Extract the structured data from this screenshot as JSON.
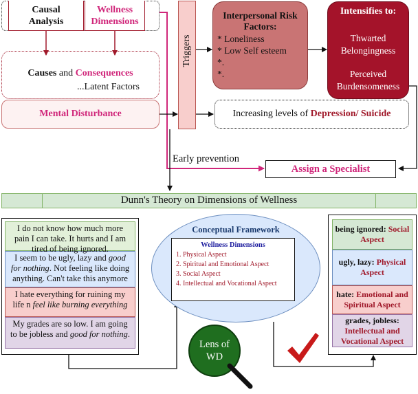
{
  "top": {
    "causal_analysis": "Causal Analysis",
    "wellness_dimensions": "Wellness Dimensions",
    "causes_word": "Causes",
    "and_word": " and ",
    "consequences_word": "Consequences",
    "latent_factors": "...Latent Factors",
    "mental_disturbance": "Mental Disturbance",
    "triggers": "Triggers",
    "risk_title": "Interpersonal Risk Factors:",
    "risk_items": [
      "* Loneliness",
      "* Low Self esteem",
      "*.",
      "*."
    ],
    "intensifies_title": "Intensifies to:",
    "thwarted": "Thwarted Belongingness",
    "perceived": "Perceived Burdensomeness",
    "increasing_prefix": "Increasing levels of ",
    "depression": "Depression",
    "slash": "/ ",
    "suicide": "Suicide",
    "early_prevention": "Early prevention",
    "assign_specialist": "Assign a Specialist"
  },
  "banner": "Dunn's Theory on Dimensions of Wellness",
  "posts": [
    {
      "text": "I do not know how much more pain I can take. It hurts and I am tired of being ignored.",
      "italic": "",
      "color": "#e2f0d9",
      "border": "#82b366"
    },
    {
      "text": "I seem to be ugly, lazy and ",
      "italic": "good for nothing",
      "tail": ". Not feeling like doing anything. Can't take this anymore",
      "color": "#dae8fc",
      "border": "#6c8ebf"
    },
    {
      "text": "I hate everything for ruining my life n ",
      "italic": "feel like burning everything",
      "tail": "",
      "color": "#f8cecc",
      "border": "#b85450"
    },
    {
      "text": "My grades are so low. I am going to be jobless and ",
      "italic": "good for nothing",
      "tail": ".",
      "color": "#e1d5e7",
      "border": "#9673a6"
    }
  ],
  "framework": {
    "title": "Conceptual Framework",
    "inner_title": "Wellness Dimensions",
    "items": [
      "1. Physical Aspect",
      "2. Spiritual and Emotional Aspect",
      "3. Social Aspect",
      "4. Intellectual and Vocational Aspect"
    ]
  },
  "lens": {
    "line1": "Lens of",
    "line2": "WD"
  },
  "results": [
    {
      "prefix": "being ignored: ",
      "aspect": "Social Aspect",
      "color": "#d5e8d4",
      "border": "#82b366"
    },
    {
      "prefix": "ugly, lazy: ",
      "aspect": "Physical Aspect",
      "color": "#dae8fc",
      "border": "#6c8ebf"
    },
    {
      "prefix": "hate: ",
      "aspect": "Emotional and Spiritual Aspect",
      "color": "#f8cecc",
      "border": "#b85450"
    },
    {
      "prefix": "grades, jobless: ",
      "aspect": "Intellectual and Vocational Aspect",
      "color": "#e1d5e7",
      "border": "#9673a6"
    }
  ],
  "colors": {
    "pink": "#d0267a",
    "dark_red": "#a0192a",
    "risk_fill": "#c97474",
    "intensify_fill": "#a4132a",
    "triggers_fill": "#f8cecc",
    "banner_fill": "#d5e8d4",
    "ellipse_fill": "#dae8fc",
    "lens_fill": "#1f6e1f"
  }
}
